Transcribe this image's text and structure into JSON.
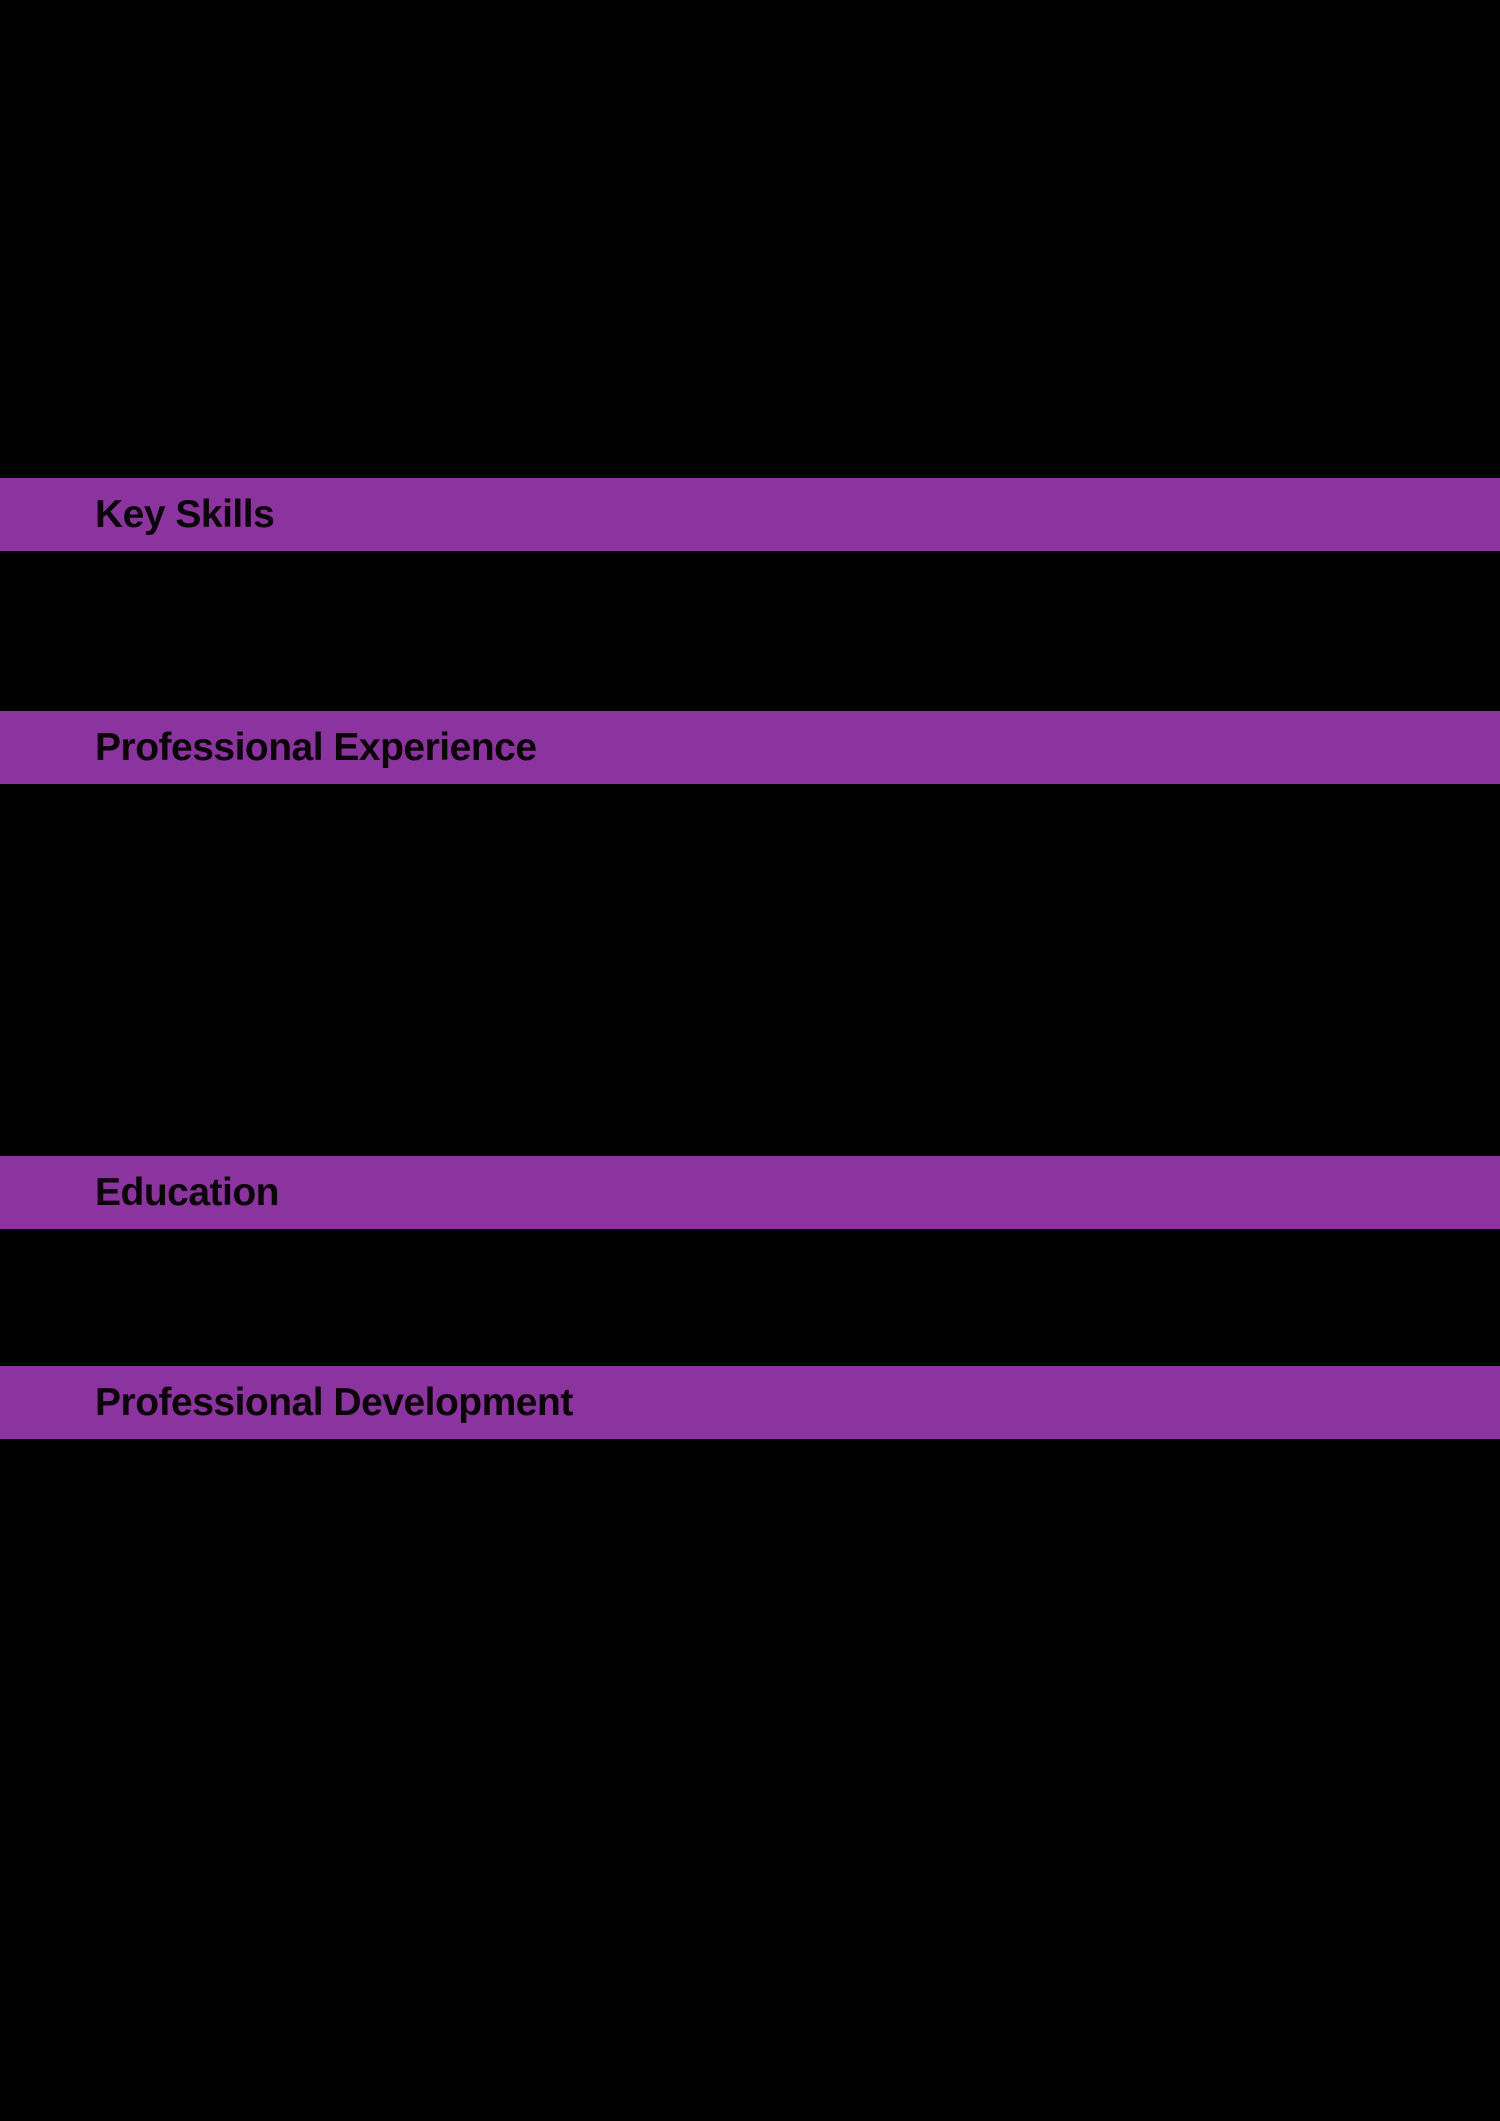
{
  "document": {
    "kind": "resume-page",
    "background_color": "#000000",
    "section_header": {
      "bar_color": "#8b339e",
      "text_color": "#0b0509"
    },
    "sections": [
      {
        "label": "Key Skills"
      },
      {
        "label": "Professional Experience"
      },
      {
        "label": "Education"
      },
      {
        "label": "Professional Development"
      }
    ]
  }
}
